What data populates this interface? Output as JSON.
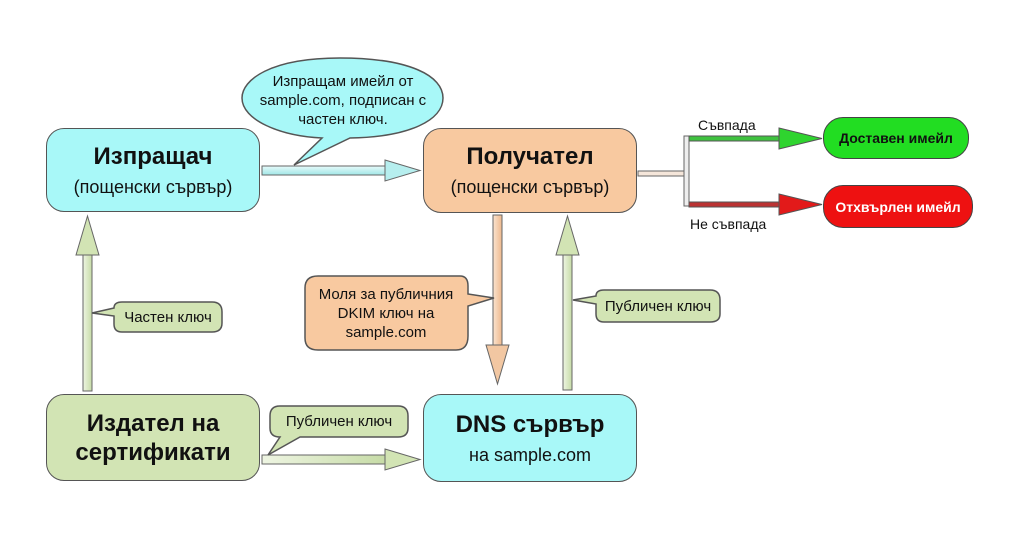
{
  "nodes": {
    "sender": {
      "title": "Изпращач",
      "subtitle": "(пощенски сървър)"
    },
    "receiver": {
      "title": "Получател",
      "subtitle": "(пощенски сървър)"
    },
    "issuer": {
      "title": "Издател на сертификати"
    },
    "dns": {
      "title": "DNS сървър",
      "subtitle": "на sample.com"
    }
  },
  "callouts": {
    "send_email": "Изпращам имейл от sample.com, подписан с частен ключ.",
    "request_key": "Моля за публичния DKIM ключ на sample.com",
    "private_key": "Частен ключ",
    "public_key_dns": "Публичен ключ",
    "public_key_issuer": "Публичен ключ"
  },
  "outcomes": {
    "match_label": "Съвпада",
    "mismatch_label": "Не съвпада",
    "delivered": "Доставен имейл",
    "rejected": "Отхвърлен имейл"
  },
  "colors": {
    "sender": "#a8f8f8",
    "receiver": "#f8c9a0",
    "issuer": "#d2e4b4",
    "delivered": "#22dd22",
    "rejected": "#ee1111"
  }
}
